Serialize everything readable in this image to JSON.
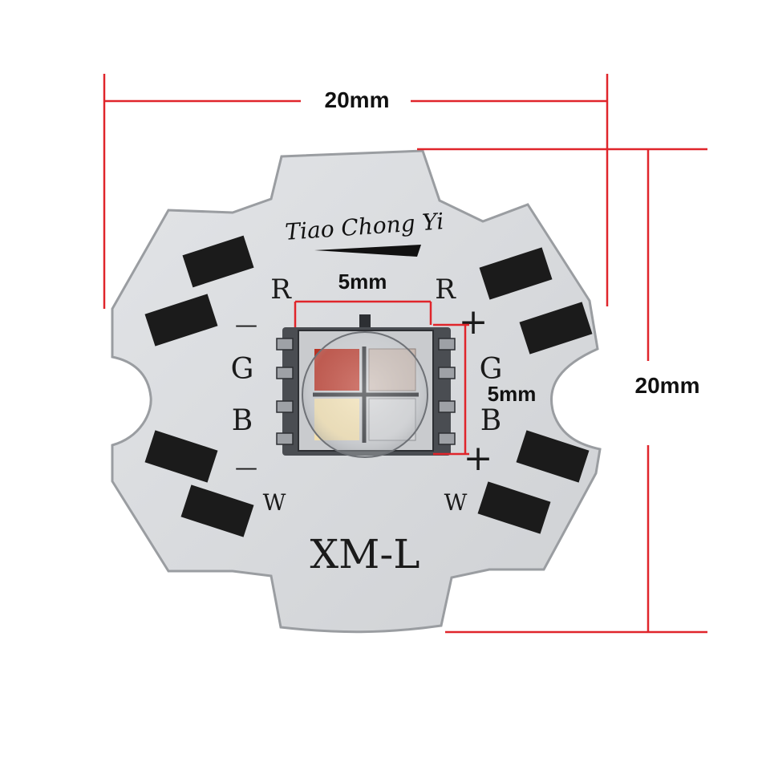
{
  "colors": {
    "dimension_line": "#e0252b",
    "board": "#d6d8db",
    "board_edge": "#9a9da1",
    "pad": "#1b1b1b",
    "silkscreen": "#1a1a1a",
    "led_red": "#b83324",
    "led_white": "#f2dfae"
  },
  "dimensions": {
    "width_label": "20mm",
    "height_label": "20mm",
    "die_width_label": "5mm",
    "die_height_label": "5mm"
  },
  "brand": {
    "logo_text": "Tiao Chong Yi"
  },
  "silkscreen": {
    "left_r": "R",
    "right_r": "R",
    "left_g": "G",
    "right_g": "G",
    "left_b": "B",
    "right_b": "B",
    "left_w": "W",
    "right_w": "W",
    "minus_top": "—",
    "minus_bottom": "—",
    "plus_top": "+",
    "plus_bottom": "+",
    "model": "XM-L"
  }
}
